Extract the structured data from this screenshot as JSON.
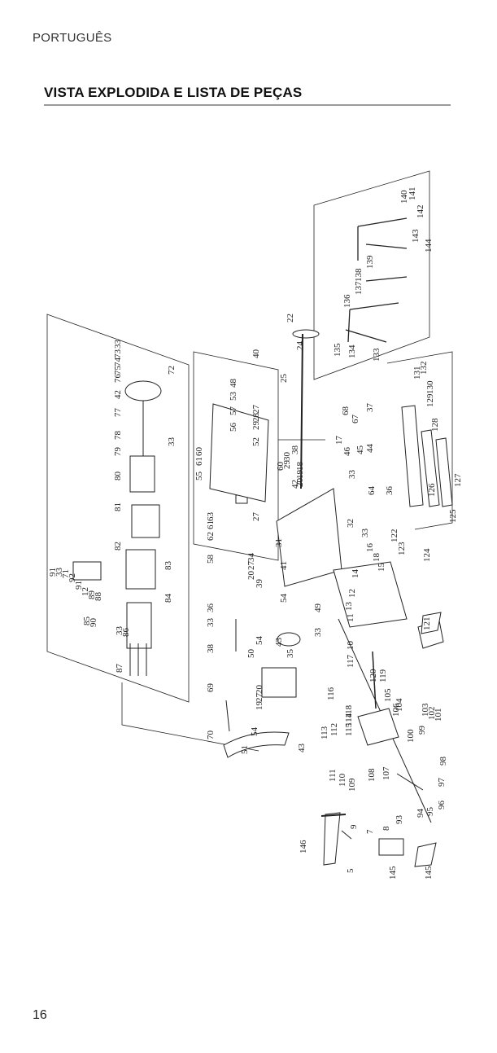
{
  "header": {
    "language": "PORTUGUÊS"
  },
  "section": {
    "title": "VISTA EXPLODIDA E LISTA DE PEÇAS"
  },
  "footer": {
    "page_number": "16"
  },
  "diagram": {
    "part_labels": [
      "91",
      "33",
      "71",
      "92",
      "91",
      "12",
      "89",
      "88",
      "85",
      "90",
      "33",
      "86",
      "87",
      "84",
      "83",
      "82",
      "81",
      "80",
      "79",
      "78",
      "77",
      "42",
      "76",
      "75",
      "74",
      "73",
      "33",
      "72",
      "33",
      "40",
      "48",
      "53",
      "57",
      "56",
      "60",
      "61",
      "55",
      "63",
      "61",
      "62",
      "58",
      "27",
      "52",
      "29",
      "28",
      "27",
      "60",
      "22",
      "24",
      "25",
      "18",
      "19",
      "20",
      "30",
      "29",
      "38",
      "42",
      "31",
      "34",
      "27",
      "20",
      "39",
      "41",
      "54",
      "36",
      "33",
      "38",
      "54",
      "43",
      "49",
      "33",
      "35",
      "50",
      "69",
      "70",
      "20",
      "27",
      "19",
      "54",
      "51",
      "43",
      "68",
      "67",
      "37",
      "17",
      "46",
      "45",
      "44",
      "33",
      "64",
      "36",
      "32",
      "33",
      "16",
      "18",
      "15",
      "14",
      "12",
      "13",
      "11",
      "10",
      "117",
      "120",
      "116",
      "119",
      "118",
      "114",
      "115",
      "113",
      "112",
      "111",
      "110",
      "109",
      "108",
      "107",
      "106",
      "105",
      "104",
      "103",
      "102",
      "101",
      "100",
      "99",
      "98",
      "97",
      "96",
      "95",
      "94",
      "93",
      "8",
      "7",
      "9",
      "146",
      "5",
      "145",
      "145",
      "121",
      "122",
      "123",
      "124",
      "125",
      "126",
      "127",
      "128",
      "129",
      "130",
      "131",
      "132",
      "133",
      "134",
      "135",
      "136",
      "137",
      "138",
      "139",
      "140",
      "141",
      "142",
      "143",
      "144"
    ]
  }
}
